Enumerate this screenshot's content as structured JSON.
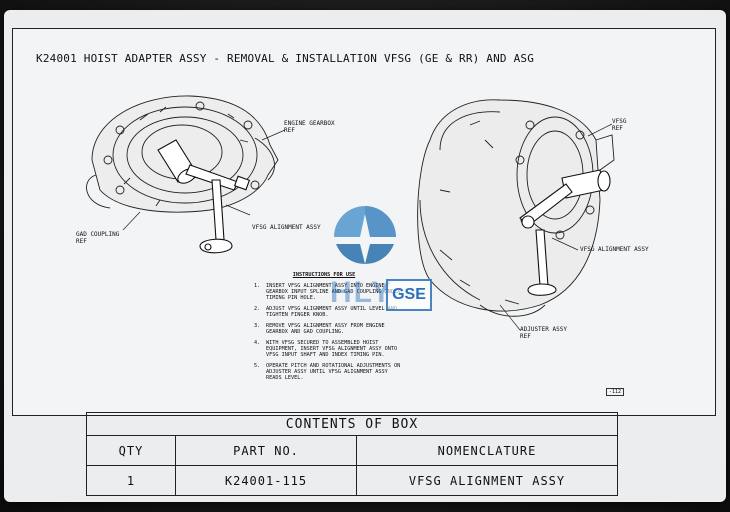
{
  "title": "K24001 HOIST ADAPTER ASSY - REMOVAL & INSTALLATION VFSG (GE & RR) AND ASG",
  "callouts": {
    "engine_gearbox": "ENGINE GEARBOX\nREF",
    "gad_coupling": "GAD COUPLING\nREF",
    "vfsg_alignment_left": "VFSG ALIGNMENT ASSY",
    "vfsg_ref": "VFSG\nREF",
    "vfsg_alignment_right": "VFSG ALIGNMENT ASSY",
    "adjuster_assy": "ADJUSTER ASSY\nREF"
  },
  "instructions": {
    "heading": "INSTRUCTIONS FOR USE",
    "steps": [
      {
        "num": "1.",
        "text": "INSERT VFSG ALIGNMENT ASSY INTO ENGINE GEARBOX INPUT SPLINE AND GAD COUPLING INDEX TIMING PIN HOLE."
      },
      {
        "num": "2.",
        "text": "ADJUST VFSG ALIGNMENT ASSY UNTIL LEVEL AND TIGHTEN FINGER KNOB."
      },
      {
        "num": "3.",
        "text": "REMOVE VFSG ALIGNMENT ASSY FROM ENGINE GEARBOX AND GAD COUPLING."
      },
      {
        "num": "4.",
        "text": "WITH VFSG SECURED TO ASSEMBLED HOIST EQUIPMENT, INSERT VFSG ALIGNMENT ASSY ONTO VFSG INPUT SHAFT AND INDEX TIMING PIN."
      },
      {
        "num": "5.",
        "text": "OPERATE PITCH AND ROTATIONAL ADJUSTMENTS ON ADJUSTER ASSY UNTIL VFSG ALIGNMENT ASSY READS LEVEL."
      }
    ]
  },
  "sheet_number": "-112",
  "watermark": {
    "text": "HLY",
    "badge": "GSE",
    "color": "#2a6fb8"
  },
  "contents_table": {
    "caption": "CONTENTS OF BOX",
    "headers": {
      "qty": "QTY",
      "part_no": "PART NO.",
      "nomenclature": "NOMENCLATURE"
    },
    "rows": [
      {
        "qty": "1",
        "part_no": "K24001-115",
        "nomenclature": "VFSG ALIGNMENT ASSY"
      }
    ]
  }
}
